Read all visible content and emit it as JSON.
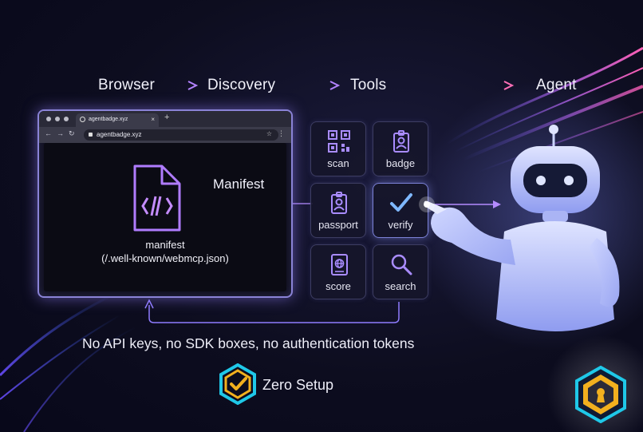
{
  "flow": {
    "steps": [
      "Browser",
      "Discovery",
      "Tools",
      "Agent"
    ]
  },
  "browser": {
    "tab_title": "agentbadge.xyz",
    "url": "agentbadge.xyz",
    "new_tab": "+",
    "tab_close": "×"
  },
  "manifest": {
    "file_caption": "manifest",
    "file_path": "(/.well-known/webmcp.json)",
    "arrow_label": "Manifest"
  },
  "tools": [
    {
      "label": "scan",
      "icon": "qr-code-icon"
    },
    {
      "label": "badge",
      "icon": "id-badge-icon"
    },
    {
      "label": "passport",
      "icon": "passport-icon"
    },
    {
      "label": "verify",
      "icon": "checkmark-icon",
      "active": true
    },
    {
      "label": "score",
      "icon": "globe-book-icon"
    },
    {
      "label": "search",
      "icon": "magnifier-icon"
    }
  ],
  "caption": "No API keys, no SDK boxes, no authentication tokens",
  "footer": {
    "label": "Zero Setup"
  },
  "colors": {
    "accent_purple": "#a47cf0",
    "accent_blue": "#7fa6ff",
    "glow_pink": "#ff5fb4",
    "badge_gold": "#f2b01e",
    "badge_cyan": "#1fc8e8",
    "robot_body": "#c9d2ff"
  }
}
